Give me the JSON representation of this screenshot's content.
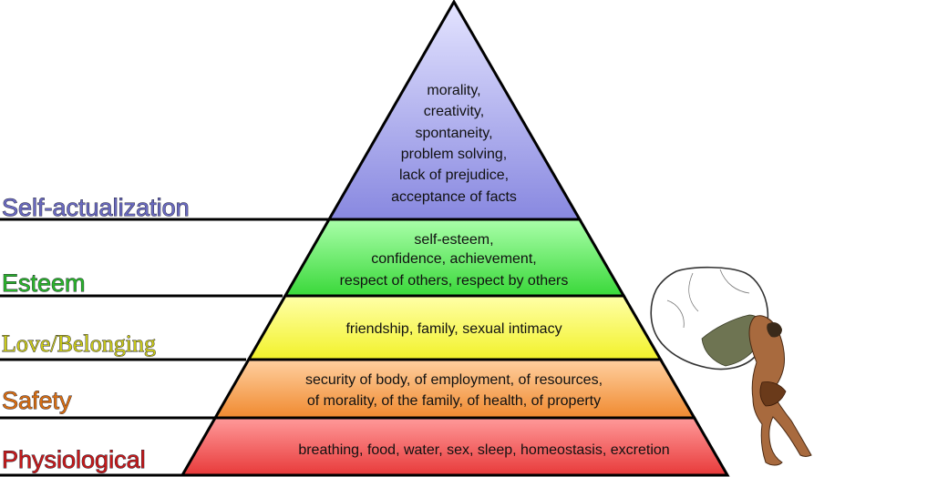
{
  "levels": [
    {
      "name": "Physiological",
      "color": "#e83a3a",
      "gradient_light": "#ff9a9a",
      "label_color": "#c61a1a",
      "lines": [
        "breathing, food, water, sex, sleep, homeostasis, excretion"
      ]
    },
    {
      "name": "Safety",
      "color": "#f08a30",
      "gradient_light": "#ffd0a0",
      "label_color": "#d86e12",
      "lines": [
        "security of body, of employment, of resources,",
        "of morality, of the family, of health, of property"
      ]
    },
    {
      "name": "Love/Belonging",
      "color": "#f2f22a",
      "gradient_light": "#ffffa8",
      "label_color": "#c8c81a",
      "lines": [
        "friendship, family, sexual intimacy"
      ]
    },
    {
      "name": "Esteem",
      "color": "#3ad83a",
      "gradient_light": "#aaffaa",
      "label_color": "#2ab42a",
      "lines": [
        "self-esteem,",
        "confidence, achievement,",
        "respect of others, respect by others"
      ]
    },
    {
      "name": "Self-actualization",
      "color": "#8888e0",
      "gradient_light": "#e4e4ff",
      "label_color": "#6a6ac0",
      "lines": [
        "morality,",
        "creativity,",
        "spontaneity,",
        "problem solving,",
        "lack of prejudice,",
        "acceptance of facts"
      ]
    }
  ],
  "illustration": {
    "icon": "figure-pushing-boulder-icon"
  }
}
